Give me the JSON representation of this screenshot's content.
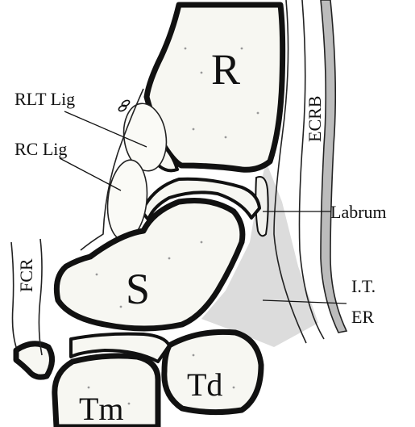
{
  "labels": {
    "R": "R",
    "S": "S",
    "Td": "Td",
    "Tm": "Tm",
    "RLT_Lig": "RLT Lig",
    "RC_Lig": "RC Lig",
    "ECRB": "ECRB",
    "Labrum": "Labrum",
    "FCR": "FCR",
    "IT_line1": "I.T.",
    "IT_line2": "ER"
  },
  "colors": {
    "bone_outline": "#111111",
    "bone_fill": "#f7f7f2",
    "capsule_shade": "#d9d9d9",
    "tendon_shade": "#bdbdbd",
    "background": "#ffffff"
  }
}
